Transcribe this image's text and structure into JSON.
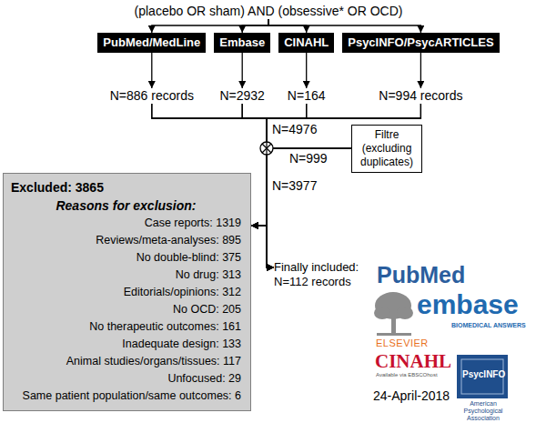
{
  "diagram": {
    "nodes": [
      {
        "text": [
          "(placebo OR sham) AND (obsessive* OR OCD)"
        ]
      },
      {
        "text": [
          "PubMed/MedLine"
        ]
      },
      {
        "text": [
          "Embase"
        ]
      },
      {
        "text": [
          "CINAHL"
        ]
      },
      {
        "text": [
          "PsycINFO/PsycARTICLES"
        ]
      },
      {
        "text": [
          "N=886 records"
        ]
      },
      {
        "text": [
          "N=2932"
        ]
      },
      {
        "text": [
          "N=164"
        ]
      },
      {
        "text": [
          "N=994 records"
        ]
      },
      {
        "text": [
          "Filtre (excluding duplicates)"
        ]
      },
      {
        "text": [
          "Excluded: 3865",
          "Reasons for exclusion:",
          "Case reports: 1319",
          "Reviews/meta-analyses: 895",
          "No double-blind: 375",
          "No drug: 313",
          "Editorials/opinions: 312",
          "No OCD: 205",
          "No therapeutic outcomes: 161",
          "Inadequate design: 133",
          "Animal studies/organs/tissues: 117",
          "Unfocused: 29",
          "Same patient population/same outcomes: 6"
        ]
      },
      {
        "text": [
          "Finally included: N=112 records"
        ]
      }
    ],
    "edges": [
      {
        "from": 0,
        "to": 1,
        "arrow": "to"
      },
      {
        "from": 0,
        "to": 2,
        "arrow": "to"
      },
      {
        "from": 0,
        "to": 3,
        "arrow": "to"
      },
      {
        "from": 0,
        "to": 4,
        "arrow": "to"
      },
      {
        "from": 1,
        "to": 5,
        "arrow": "to"
      },
      {
        "from": 2,
        "to": 6,
        "arrow": "to"
      },
      {
        "from": 3,
        "to": 7,
        "arrow": "to"
      },
      {
        "from": 4,
        "to": 8,
        "arrow": "to"
      },
      {
        "from": 5,
        "to": 10,
        "arrow": "to"
      },
      {
        "from": 5,
        "to": 11,
        "arrow": "to"
      },
      {
        "from": 6,
        "to": 10,
        "arrow": "to"
      },
      {
        "from": 6,
        "to": 11,
        "arrow": "to"
      },
      {
        "from": 7,
        "to": 10,
        "arrow": "to"
      },
      {
        "from": 7,
        "to": 11,
        "arrow": "to"
      },
      {
        "from": 8,
        "to": 10,
        "arrow": "to"
      },
      {
        "from": 8,
        "to": 11,
        "arrow": "to"
      },
      {
        "from": 9,
        "to": 10,
        "arrow": "to"
      },
      {
        "from": 9,
        "to": 11,
        "arrow": "to"
      }
    ],
    "labels": [
      "N=4976",
      "N=999",
      "N=3977",
      "PubMed",
      "embase",
      "BIOMEDICAL ANSWERS",
      "ELSEVIER",
      "CINAHL",
      "Available via EBSCOhost",
      "24-April-2018",
      "PsycINFO",
      "American Psychological Association"
    ]
  }
}
